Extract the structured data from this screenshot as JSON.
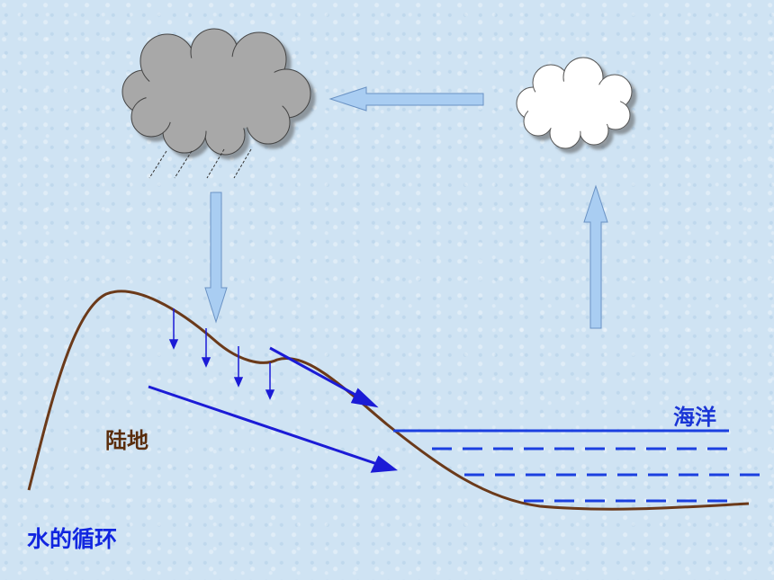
{
  "title": "水的循环",
  "labels": {
    "land": "陆地",
    "ocean": "海洋"
  },
  "colors": {
    "background": "#cfe3f3",
    "terrain": "#6b3a1a",
    "flow_arrows": "#1b1bd6",
    "ocean_lines": "#1b3fe0",
    "cycle_arrows": "#a9cdf2",
    "rain_cloud": "#a8a8a8",
    "white_cloud": "#ffffff"
  },
  "diagram": {
    "nodes": [
      "rain-cloud",
      "white-cloud",
      "land",
      "ocean"
    ],
    "arrows": [
      "evaporation-up",
      "cloud-transport-left",
      "precipitation-down"
    ]
  }
}
